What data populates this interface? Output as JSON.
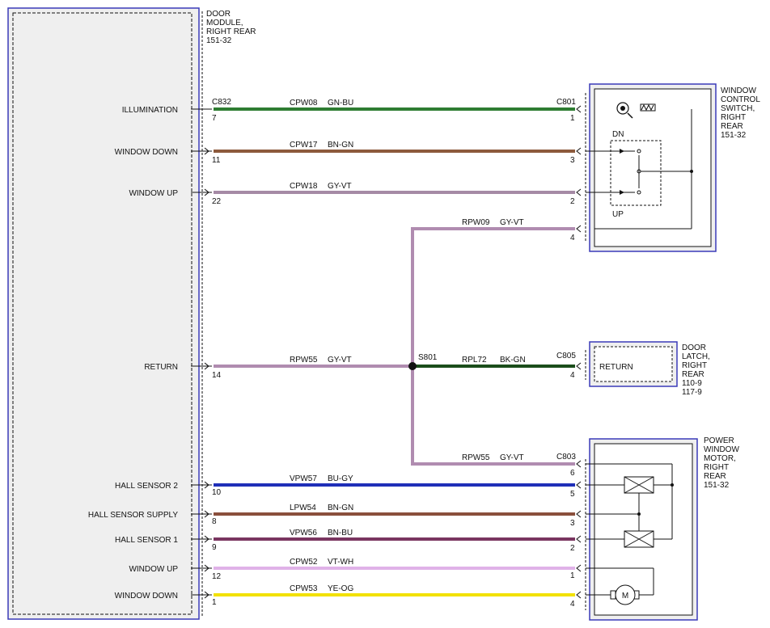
{
  "door_module": {
    "title_lines": [
      "DOOR",
      "MODULE,",
      "RIGHT REAR",
      "151-32"
    ],
    "connector": "C832",
    "pins": [
      {
        "label": "ILLUMINATION",
        "pin": "7"
      },
      {
        "label": "WINDOW DOWN",
        "pin": "11"
      },
      {
        "label": "WINDOW UP",
        "pin": "22"
      },
      {
        "label": "RETURN",
        "pin": "14"
      },
      {
        "label": "HALL SENSOR 2",
        "pin": "10"
      },
      {
        "label": "HALL SENSOR SUPPLY",
        "pin": "8"
      },
      {
        "label": "HALL SENSOR 1",
        "pin": "9"
      },
      {
        "label": "WINDOW UP",
        "pin": "12"
      },
      {
        "label": "WINDOW DOWN",
        "pin": "1"
      }
    ]
  },
  "wires": [
    {
      "circuit": "CPW08",
      "color_code": "GN-BU",
      "far_pin": "1",
      "color": "#2e7d32"
    },
    {
      "circuit": "CPW17",
      "color_code": "BN-GN",
      "far_pin": "3",
      "color": "#8d5a3c"
    },
    {
      "circuit": "CPW18",
      "color_code": "GY-VT",
      "far_pin": "2",
      "color": "#a58aa5"
    },
    {
      "circuit": "RPW55",
      "color_code": "GY-VT",
      "color": "#b08cb0"
    },
    {
      "circuit": "VPW57",
      "color_code": "BU-GY",
      "far_pin": "5",
      "color": "#1f2fb8"
    },
    {
      "circuit": "LPW54",
      "color_code": "BN-GN",
      "far_pin": "3",
      "color": "#8a4f3c"
    },
    {
      "circuit": "VPW56",
      "color_code": "BN-BU",
      "far_pin": "2",
      "color": "#7a3560"
    },
    {
      "circuit": "CPW52",
      "color_code": "VT-WH",
      "far_pin": "1",
      "color": "#e0b2e8"
    },
    {
      "circuit": "CPW53",
      "color_code": "YE-OG",
      "far_pin": "4",
      "color": "#f2e100"
    }
  ],
  "switch_branch": {
    "circuit": "RPW09",
    "color_code": "GY-VT",
    "far_pin": "4"
  },
  "latch_branch": {
    "circuit": "RPL72",
    "color_code": "BK-GN",
    "connector": "C805",
    "far_pin": "4",
    "color": "#1a4d1a"
  },
  "motor_branch": {
    "circuit": "RPW55",
    "color_code": "GY-VT",
    "connector": "C803",
    "far_pin": "6"
  },
  "splice": "S801",
  "window_switch": {
    "connector": "C801",
    "title_lines": [
      "WINDOW",
      "CONTROL",
      "SWITCH,",
      "RIGHT",
      "REAR",
      "151-32"
    ],
    "dn_label": "DN",
    "up_label": "UP"
  },
  "door_latch": {
    "title_lines": [
      "DOOR",
      "LATCH,",
      "RIGHT",
      "REAR",
      "110-9",
      "117-9"
    ],
    "inner_label": "RETURN"
  },
  "window_motor": {
    "title_lines": [
      "POWER",
      "WINDOW",
      "MOTOR,",
      "RIGHT",
      "REAR",
      "151-32"
    ],
    "motor_label": "M"
  },
  "colors": {
    "frame": "#3a3ab8",
    "gray_fill": "#efefef",
    "gray_wire": "#b08cb0"
  }
}
